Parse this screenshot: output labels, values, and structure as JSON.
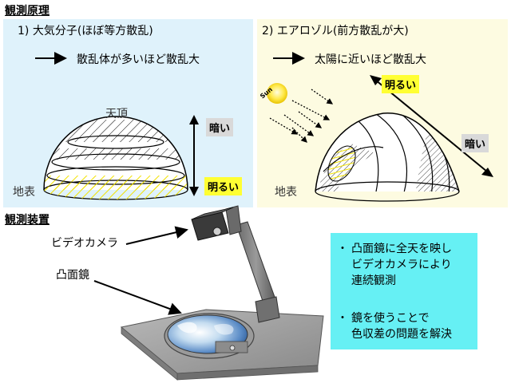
{
  "headings": {
    "principle": "観測原理",
    "apparatus": "観測装置"
  },
  "panel_rayleigh": {
    "title": "1) 大気分子(ほぼ等方散乱)",
    "rule": "散乱体が多いほど散乱大",
    "zenith": "天頂",
    "ground": "地表",
    "dark": "暗い",
    "bright": "明るい",
    "background_color": "#dff2fb"
  },
  "panel_aerosol": {
    "title": "2) エアロゾル(前方散乱が大)",
    "rule": "太陽に近いほど散乱大",
    "sun": "Sun",
    "ground": "地表",
    "bright": "明るい",
    "dark": "暗い",
    "background_color": "#fdfbe1"
  },
  "apparatus": {
    "camera_label": "ビデオカメラ",
    "mirror_label": "凸面鏡"
  },
  "info_box": {
    "items": [
      {
        "lines": [
          "凸面鏡に全天を映し",
          "ビデオカメラにより",
          "連続観測"
        ]
      },
      {
        "lines": [
          "鏡を使うことで",
          "色収差の問題を解決"
        ]
      }
    ],
    "background_color": "#66f0f4"
  },
  "colors": {
    "bright_badge": "#ffff33",
    "dark_badge": "#d9d9d9",
    "hatch_yellow": "#f2e200"
  }
}
